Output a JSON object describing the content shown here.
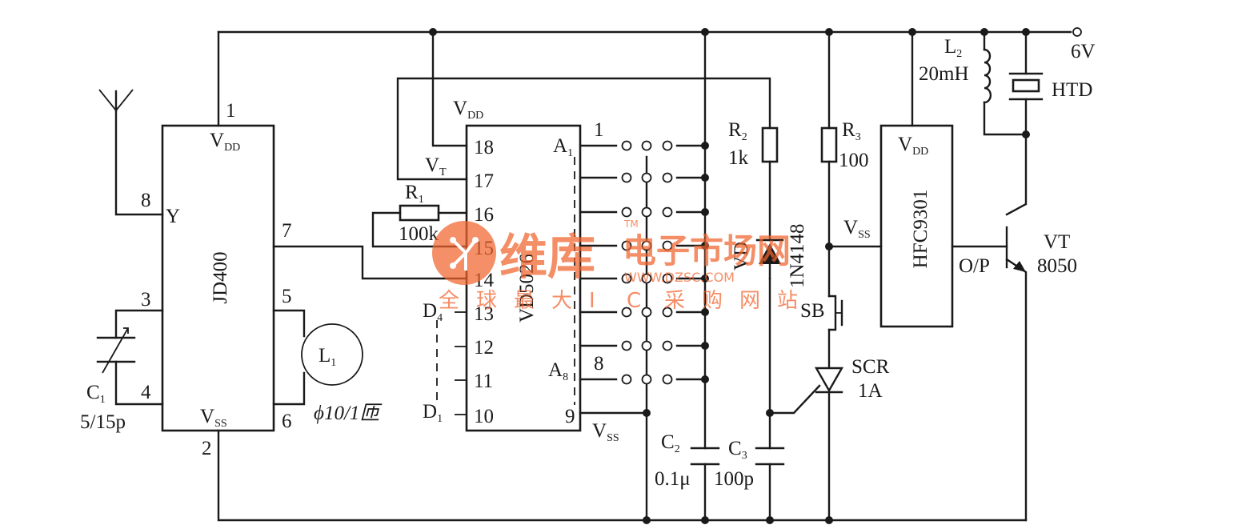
{
  "components": {
    "antenna": {},
    "jd400": {
      "name": "JD400",
      "vdd": "V",
      "vdd_sub": "DD",
      "vss": "V",
      "vss_sub": "SS",
      "y": "Y",
      "pins": {
        "p1": "1",
        "p2": "2",
        "p3": "3",
        "p4": "4",
        "p5": "5",
        "p6": "6",
        "p7": "7",
        "p8": "8"
      }
    },
    "c1": {
      "label": "C",
      "sub": "1",
      "value": "5/15p"
    },
    "l1": {
      "label": "L",
      "sub": "1",
      "value": "ϕ10/1匝"
    },
    "r1": {
      "label": "R",
      "sub": "1",
      "value": "100k"
    },
    "decoder": {
      "name": "VD5026",
      "vdd": "V",
      "vdd_sub": "DD",
      "vt": "V",
      "vt_sub": "T",
      "d4": "D",
      "d4_sub": "4",
      "d1": "D",
      "d1_sub": "1",
      "a1": "A",
      "a1_sub": "1",
      "a8": "A",
      "a8_sub": "8",
      "vss": "V",
      "vss_sub": "SS",
      "left_pins": [
        "18",
        "17",
        "16",
        "15",
        "14",
        "13",
        "12",
        "11",
        "10"
      ],
      "right_pins": {
        "p1": "1",
        "p8": "8",
        "p9": "9"
      }
    },
    "r2": {
      "label": "R",
      "sub": "2",
      "value": "1k"
    },
    "vd": {
      "label": "VD",
      "value": "1N4148"
    },
    "r3": {
      "label": "R",
      "sub": "3",
      "value": "100"
    },
    "sb": {
      "label": "SB"
    },
    "scr": {
      "label": "SCR",
      "value": "1A"
    },
    "c2": {
      "label": "C",
      "sub": "2",
      "value": "0.1μ"
    },
    "c3": {
      "label": "C",
      "sub": "3",
      "value": "100p"
    },
    "hfc": {
      "name": "HFC9301",
      "vdd": "V",
      "vdd_sub": "DD",
      "vss": "V",
      "vss_sub": "SS",
      "op": "O/P"
    },
    "l2": {
      "label": "L",
      "sub": "2",
      "value": "20mH"
    },
    "htd": {
      "label": "HTD"
    },
    "vt": {
      "label": "VT",
      "value": "8050"
    },
    "supply": {
      "label": "6V"
    }
  },
  "watermark": {
    "brand": "维库",
    "brand2": "电子市场网",
    "tm": "TM",
    "url": "WWW.DZSC.COM",
    "slogan": [
      "全",
      "球",
      "最",
      "大",
      "I",
      "C",
      "采",
      "购",
      "网",
      "站"
    ]
  },
  "colors": {
    "ink": "#1a1a1a",
    "watermark": "#f0642d"
  }
}
